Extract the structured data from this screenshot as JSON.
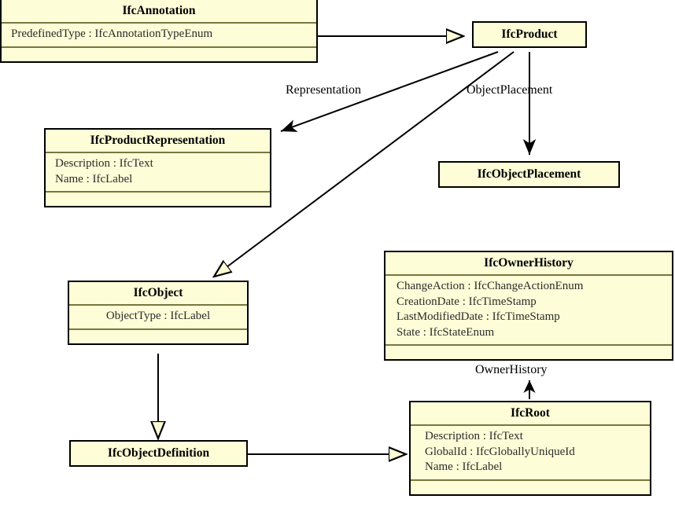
{
  "diagram": {
    "title": "IFC Product UML Class Diagram",
    "colors": {
      "class_fill": "#fdfdd7",
      "class_border": "#000000",
      "compartment_divider": "#77773f",
      "edge": "#000000",
      "background": "#ffffff"
    }
  },
  "classes": [
    {
      "id": "IfcAnnotation",
      "name": "IfcAnnotation",
      "attributes": [
        "PredefinedType : IfcAnnotationTypeEnum"
      ],
      "operations": [],
      "has_ops_compartment": true,
      "attrs_centered": false
    },
    {
      "id": "IfcProduct",
      "name": "IfcProduct",
      "attributes": [],
      "operations": [],
      "has_ops_compartment": false,
      "attrs_centered": false
    },
    {
      "id": "IfcProductRepresentation",
      "name": "IfcProductRepresentation",
      "attributes": [
        "Description : IfcText",
        "Name : IfcLabel"
      ],
      "operations": [],
      "has_ops_compartment": true,
      "attrs_centered": false
    },
    {
      "id": "IfcObjectPlacement",
      "name": "IfcObjectPlacement",
      "attributes": [],
      "operations": [],
      "has_ops_compartment": false,
      "attrs_centered": false
    },
    {
      "id": "IfcObject",
      "name": "IfcObject",
      "attributes": [
        "ObjectType : IfcLabel"
      ],
      "operations": [],
      "has_ops_compartment": true,
      "attrs_centered": true
    },
    {
      "id": "IfcOwnerHistory",
      "name": "IfcOwnerHistory",
      "attributes": [
        "ChangeAction : IfcChangeActionEnum",
        "CreationDate : IfcTimeStamp",
        "LastModifiedDate : IfcTimeStamp",
        "State : IfcStateEnum"
      ],
      "operations": [],
      "has_ops_compartment": true,
      "attrs_centered": false
    },
    {
      "id": "IfcObjectDefinition",
      "name": "IfcObjectDefinition",
      "attributes": [],
      "operations": [],
      "has_ops_compartment": false,
      "attrs_centered": false
    },
    {
      "id": "IfcRoot",
      "name": "IfcRoot",
      "attributes": [
        "Description : IfcText",
        "GlobalId : IfcGloballyUniqueId",
        "Name : IfcLabel"
      ],
      "operations": [],
      "has_ops_compartment": true,
      "attrs_centered": false
    }
  ],
  "edges": [
    {
      "id": "annotation-product",
      "from": "IfcAnnotation",
      "to": "IfcProduct",
      "label": "",
      "arrow": "generalization"
    },
    {
      "id": "product-representation",
      "from": "IfcProduct",
      "to": "IfcProductRepresentation",
      "label": "Representation",
      "arrow": "association"
    },
    {
      "id": "product-objectplacement",
      "from": "IfcProduct",
      "to": "IfcObjectPlacement",
      "label": "ObjectPlacement",
      "arrow": "association"
    },
    {
      "id": "product-object",
      "from": "IfcProduct",
      "to": "IfcObject",
      "label": "",
      "arrow": "generalization"
    },
    {
      "id": "object-objectdefinition",
      "from": "IfcObject",
      "to": "IfcObjectDefinition",
      "label": "",
      "arrow": "generalization"
    },
    {
      "id": "objectdefinition-root",
      "from": "IfcObjectDefinition",
      "to": "IfcRoot",
      "label": "",
      "arrow": "generalization"
    },
    {
      "id": "root-ownerhistory",
      "from": "IfcRoot",
      "to": "IfcOwnerHistory",
      "label": "OwnerHistory",
      "arrow": "association"
    }
  ]
}
